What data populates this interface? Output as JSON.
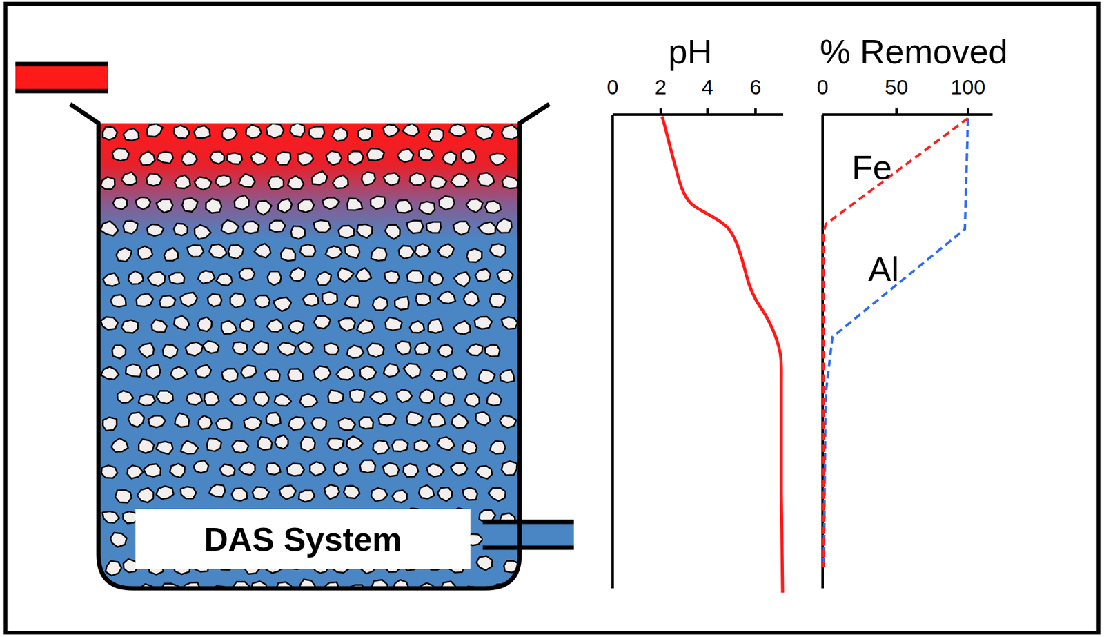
{
  "diagram": {
    "nodes": [
      {
        "text": [
          "DAS System"
        ]
      }
    ],
    "labels": [
      "pH",
      "0",
      "2",
      "4",
      "6",
      "% Removed",
      "0",
      "50",
      "100",
      "Fe",
      "Al"
    ]
  }
}
